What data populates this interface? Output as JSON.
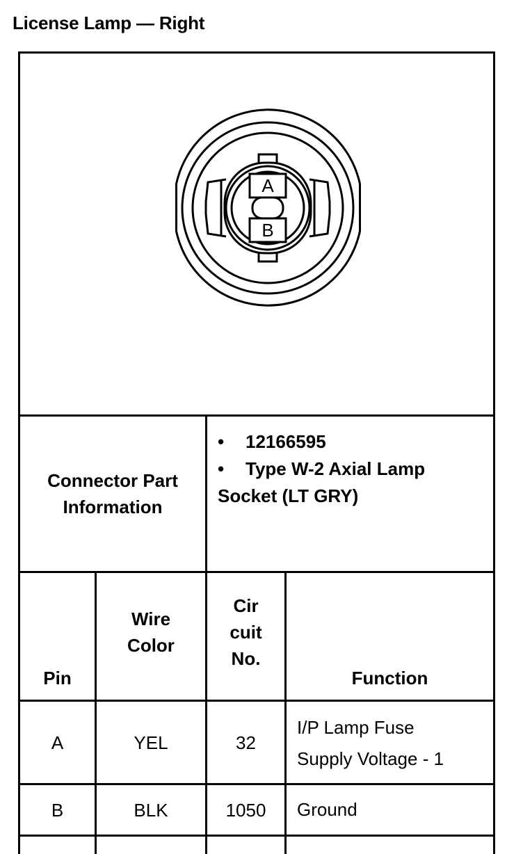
{
  "title": "License Lamp — Right",
  "diagram": {
    "pin_a": "A",
    "pin_b": "B"
  },
  "connector_info": {
    "label_line1": "Connector Part",
    "label_line2": "Information",
    "bullet": "•",
    "part_number": "12166595",
    "description_line1": "Type W-2 Axial Lamp",
    "description_line2": "Socket (LT GRY)"
  },
  "table": {
    "headers": {
      "pin": "Pin",
      "wire_color_1": "Wire",
      "wire_color_2": "Color",
      "circuit_1": "Cir",
      "circuit_2": "cuit",
      "circuit_3": "No.",
      "function": "Function"
    },
    "rows": [
      {
        "pin": "A",
        "wire_color": "YEL",
        "circuit": "32",
        "function_1": "I/P Lamp Fuse",
        "function_2": "Supply Voltage - 1"
      },
      {
        "pin": "B",
        "wire_color": "BLK",
        "circuit": "1050",
        "function_1": "Ground",
        "function_2": ""
      }
    ]
  }
}
